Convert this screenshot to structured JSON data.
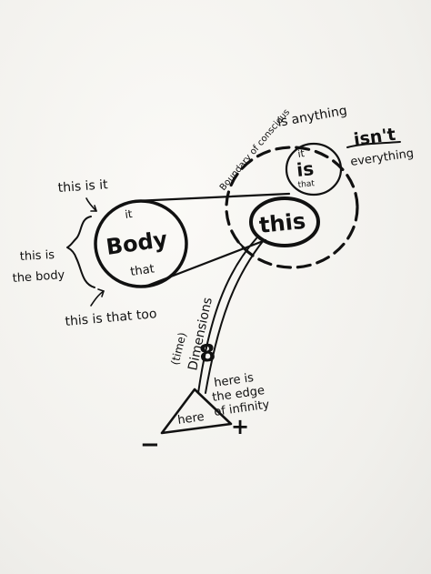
{
  "labels": {
    "this_is_it": "this is it",
    "this_is_the_body_1": "this is",
    "this_is_the_body_2": "the body",
    "this_is_that_too": "this is that too",
    "body_it": "it",
    "body_word": "Body",
    "body_that": "that",
    "this_word": "this",
    "is_anything": "is anything",
    "boundary": "Boundary of conscious",
    "small_it": "it",
    "small_is": "is",
    "small_that": "that",
    "isnt_word": "isn't",
    "isnt_everything": "everything",
    "time": "(time)",
    "dimensions": "Dimensions",
    "eight": "8",
    "edge_1": "here is",
    "edge_2": "the edge",
    "edge_3": "of infinity",
    "here": "here",
    "minus": "−",
    "plus": "+"
  },
  "colors": {
    "ink": "#111111",
    "paper": "#f4f3ef"
  }
}
